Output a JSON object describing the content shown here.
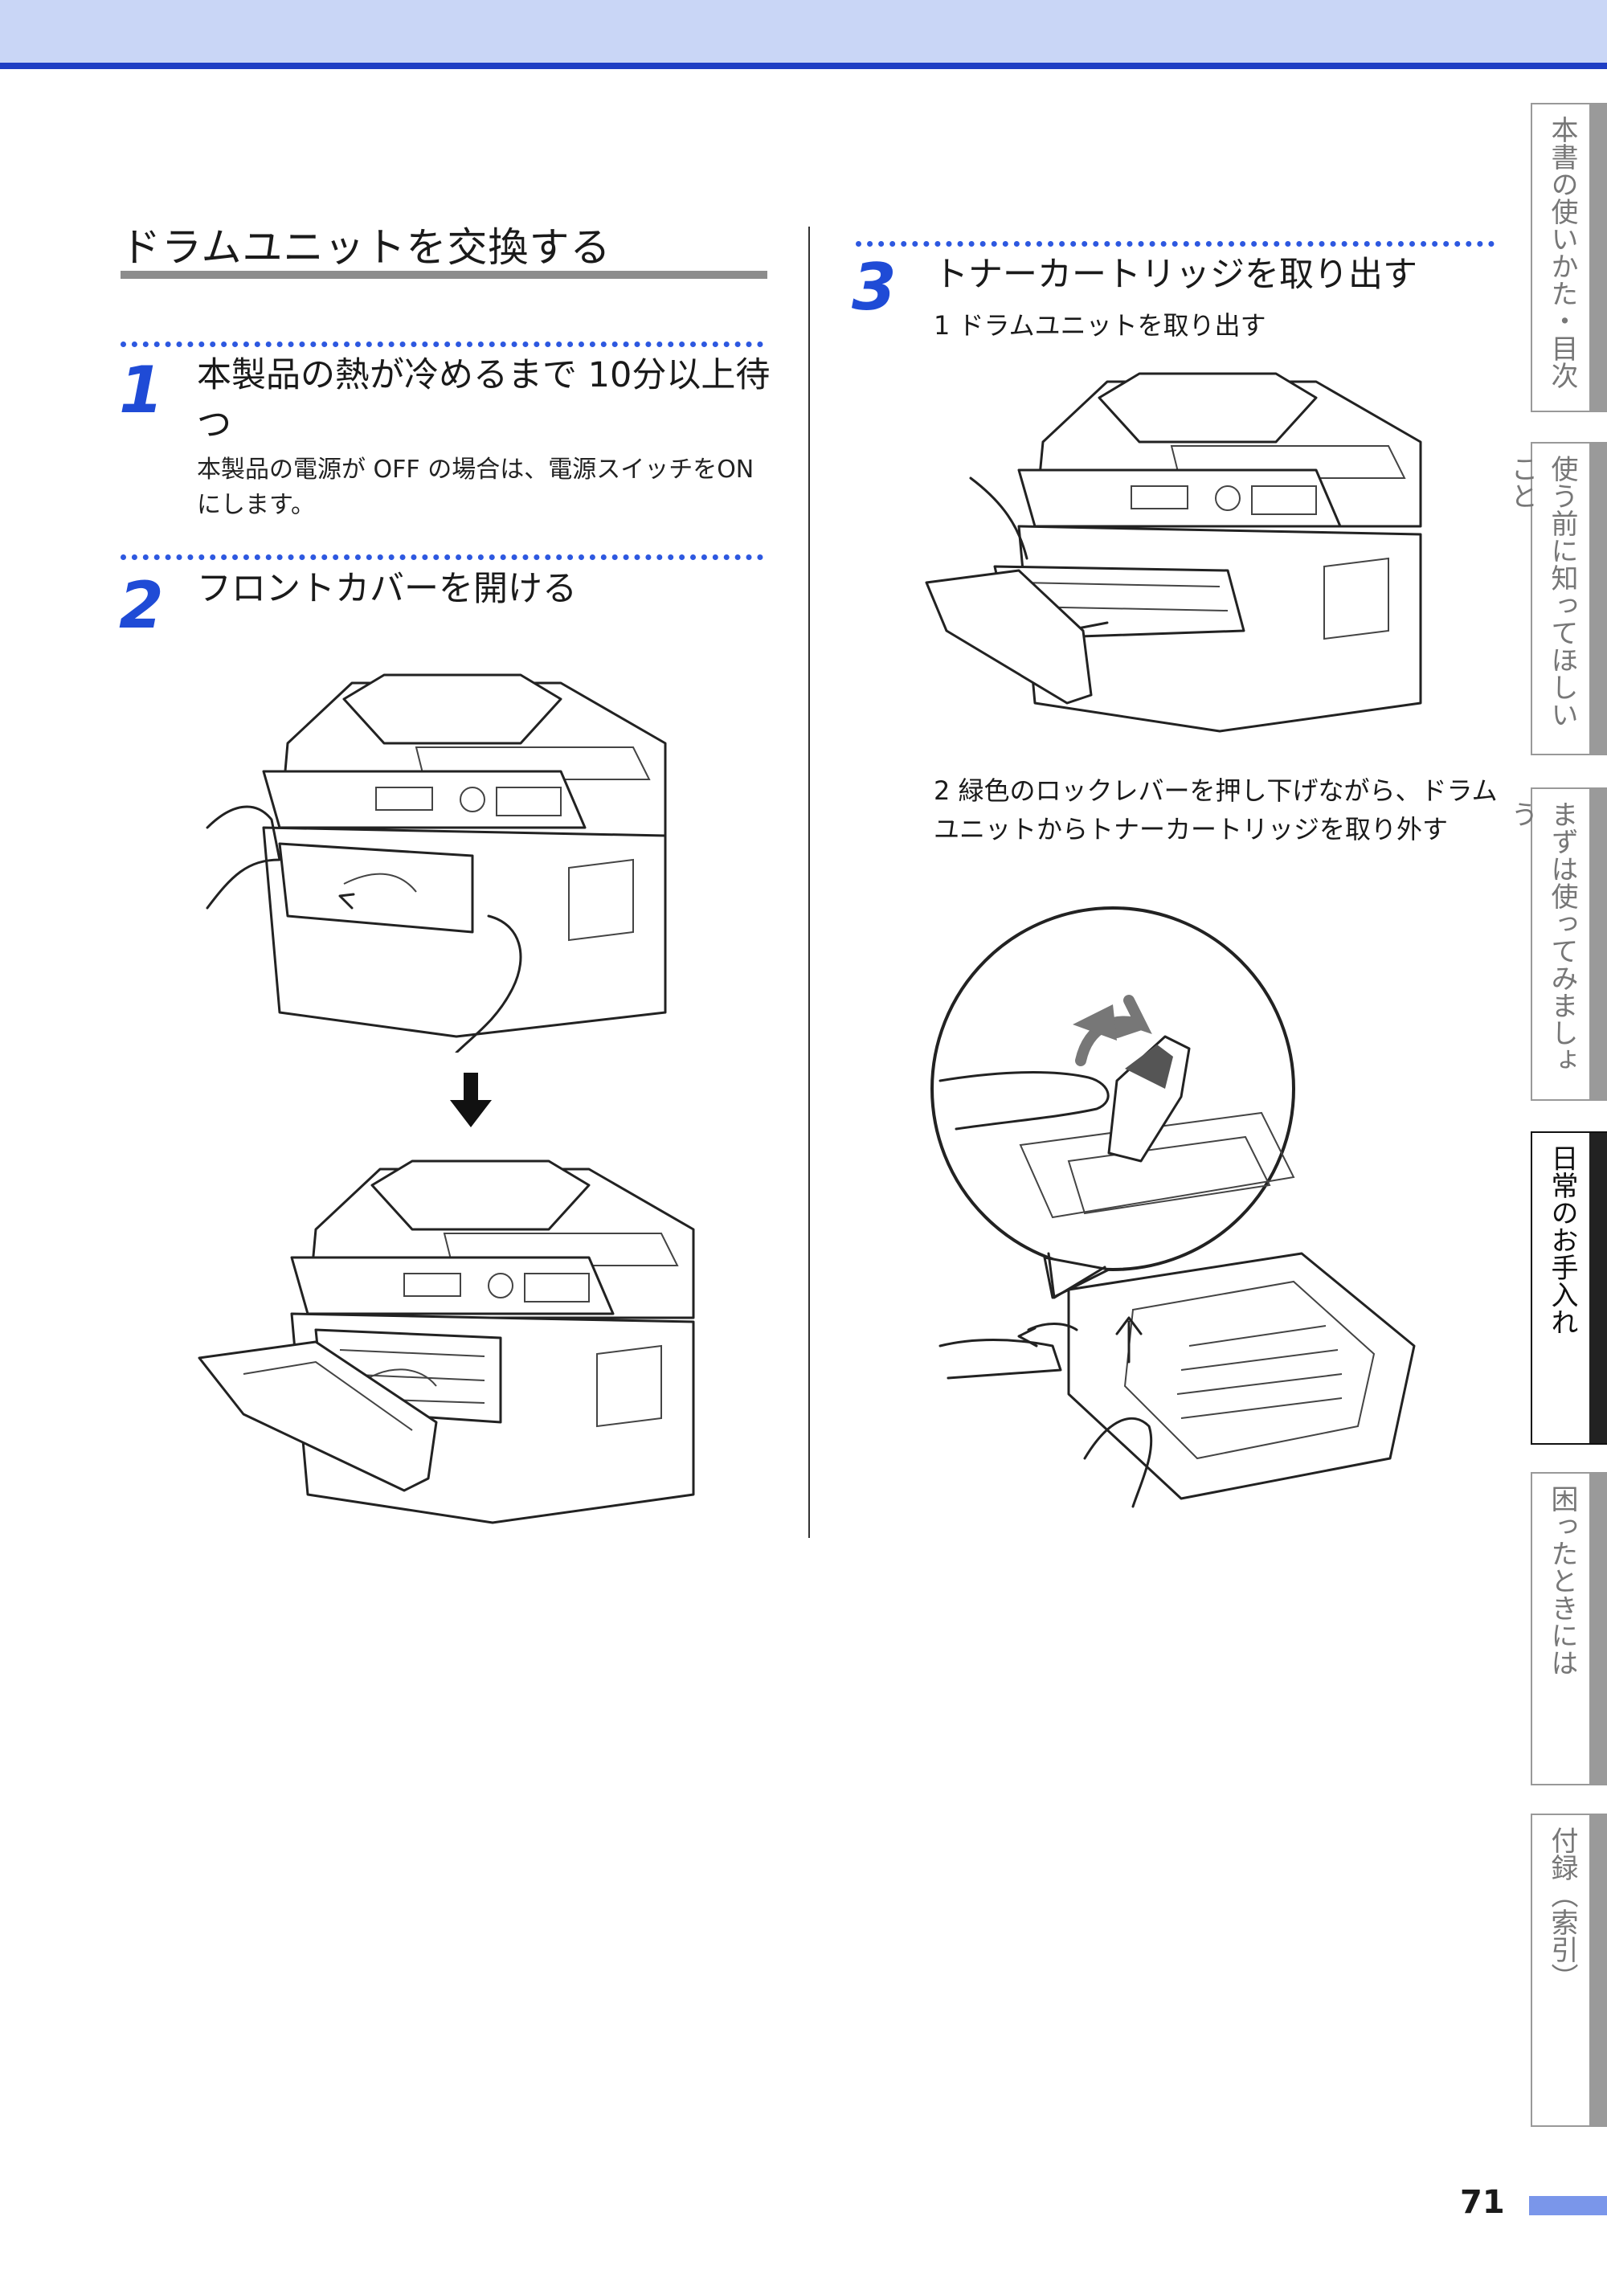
{
  "header": {
    "band_color": "#c9d6f6",
    "line_color": "#1f3fc4"
  },
  "section": {
    "title": "ドラムユニットを交換する"
  },
  "steps": [
    {
      "number": "1",
      "title": "本製品の熱が冷めるまで 10分以上待つ",
      "body": "本製品の電源が OFF の場合は、電源スイッチをONにします。"
    },
    {
      "number": "2",
      "title": "フロントカバーを開ける"
    },
    {
      "number": "3",
      "title": "トナーカートリッジを取り出す",
      "substeps": [
        {
          "label": "1 ドラムユニットを取り出す"
        },
        {
          "label": "2 緑色のロックレバーを押し下げながら、ドラムユニットからトナーカートリッジを取り外す"
        }
      ]
    }
  ],
  "side_tabs": [
    {
      "label": "本書の使いかた・目次",
      "active": false
    },
    {
      "label": "使う前に知ってほしいこと",
      "active": false
    },
    {
      "label": "まずは使ってみましょう",
      "active": false
    },
    {
      "label": "日常のお手入れ",
      "active": true
    },
    {
      "label": "困ったときには",
      "active": false
    },
    {
      "label": "付録（索引）",
      "active": false
    }
  ],
  "footer": {
    "page_number": "71",
    "accent_color": "#7a96ea"
  },
  "icons": {
    "down_arrow": "down-arrow-icon",
    "printer_closed": "printer-closed-illustration",
    "printer_open": "printer-open-illustration"
  }
}
